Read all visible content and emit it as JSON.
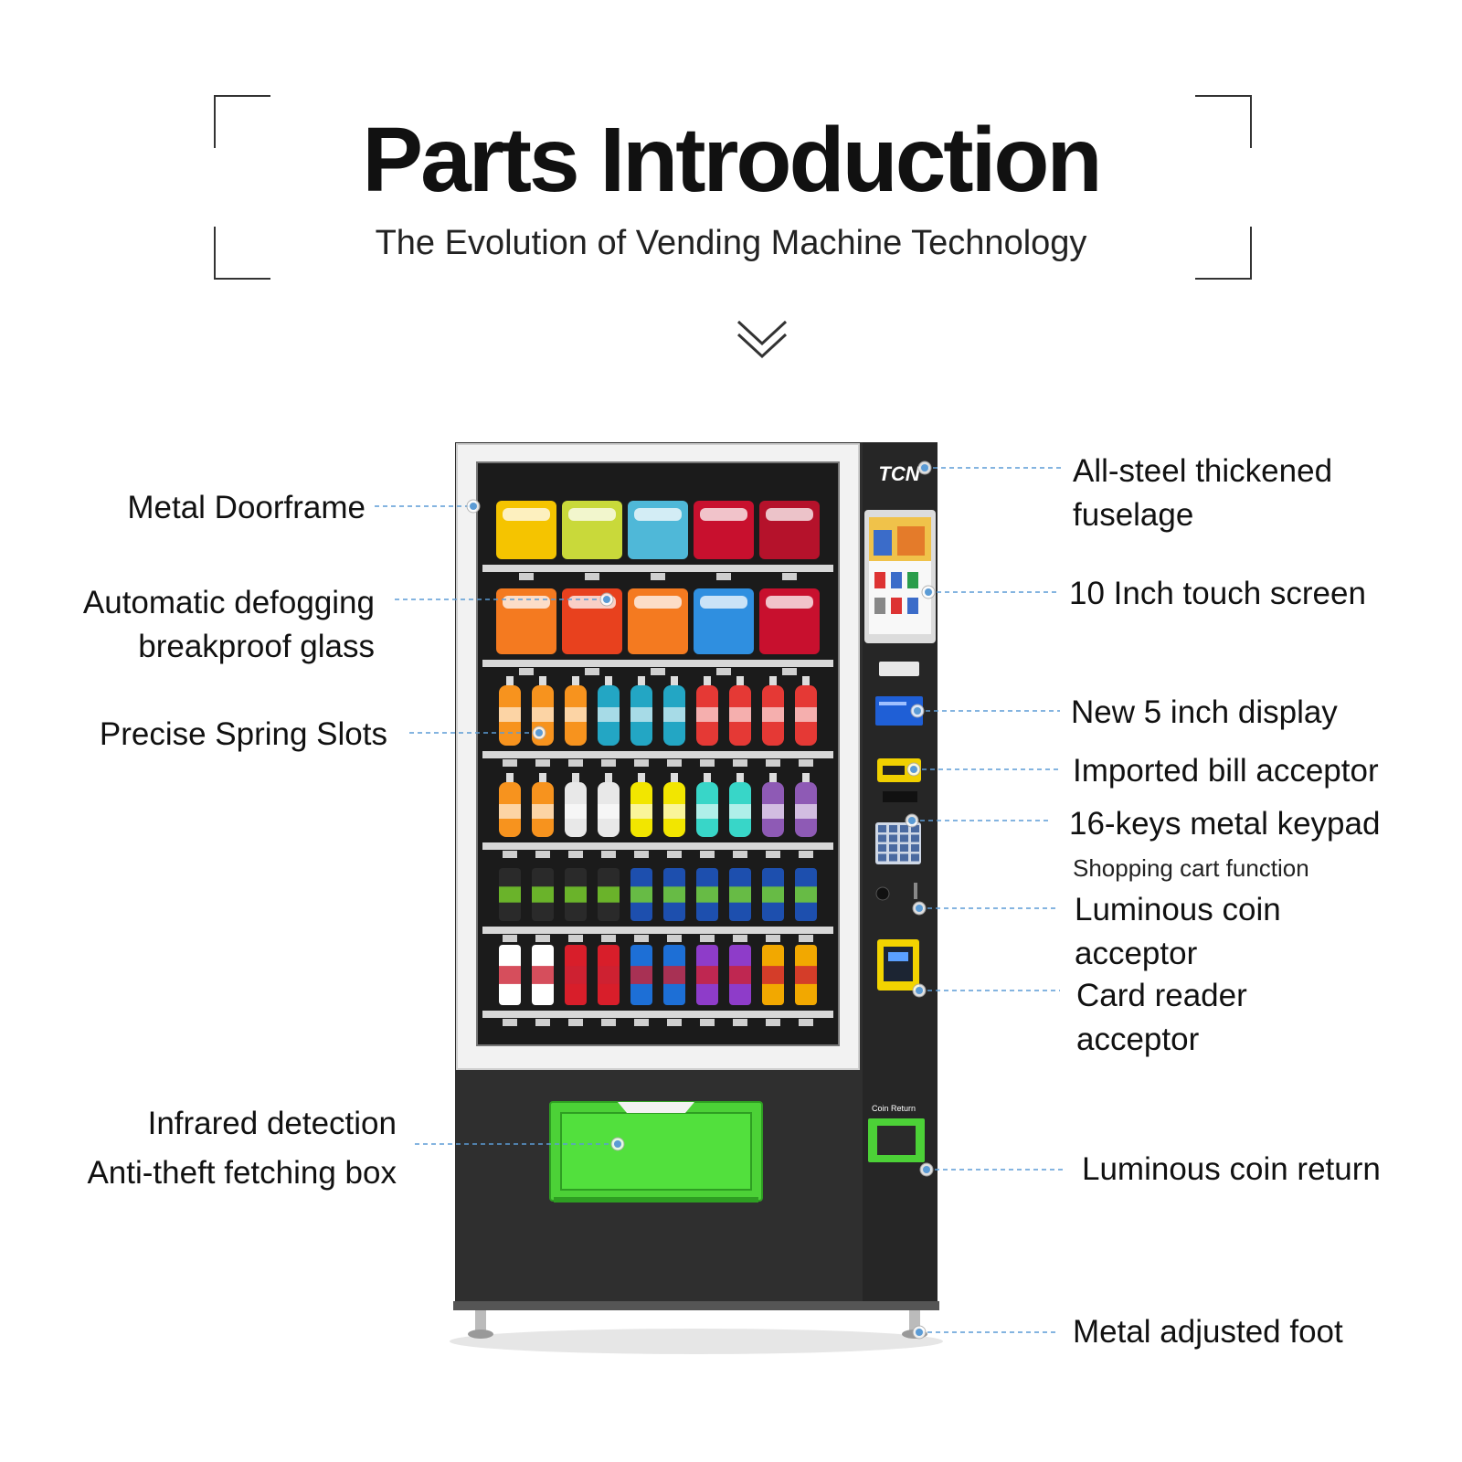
{
  "header": {
    "title": "Parts Introduction",
    "subtitle": "The Evolution of Vending Machine Technology"
  },
  "labels_left": {
    "metal_doorframe": "Metal Doorframe",
    "glass_line1": "Automatic defogging",
    "glass_line2": "breakproof glass",
    "spring_slots": "Precise Spring Slots",
    "infrared_line1": "Infrared detection",
    "infrared_line2": "Anti-theft fetching box"
  },
  "labels_right": {
    "fuselage_line1": "All-steel thickened",
    "fuselage_line2": "fuselage",
    "touch_screen": "10 Inch touch screen",
    "display": "New 5 inch display",
    "bill_acceptor": "Imported bill acceptor",
    "keypad": "16-keys metal keypad",
    "shopping_cart": "Shopping cart function",
    "coin_line1": "Luminous coin",
    "coin_line2": "acceptor",
    "card_line1": "Card reader",
    "card_line2": "acceptor",
    "coin_return": "Luminous coin return",
    "foot": "Metal adjusted foot"
  },
  "machine": {
    "brand": "TCN",
    "coin_return_label": "Coin Return"
  },
  "colors": {
    "leader": "#5b9bd5",
    "accent_green": "#4cd137",
    "cabinet": "#2f2f2f",
    "frame": "#f0f0f0"
  }
}
